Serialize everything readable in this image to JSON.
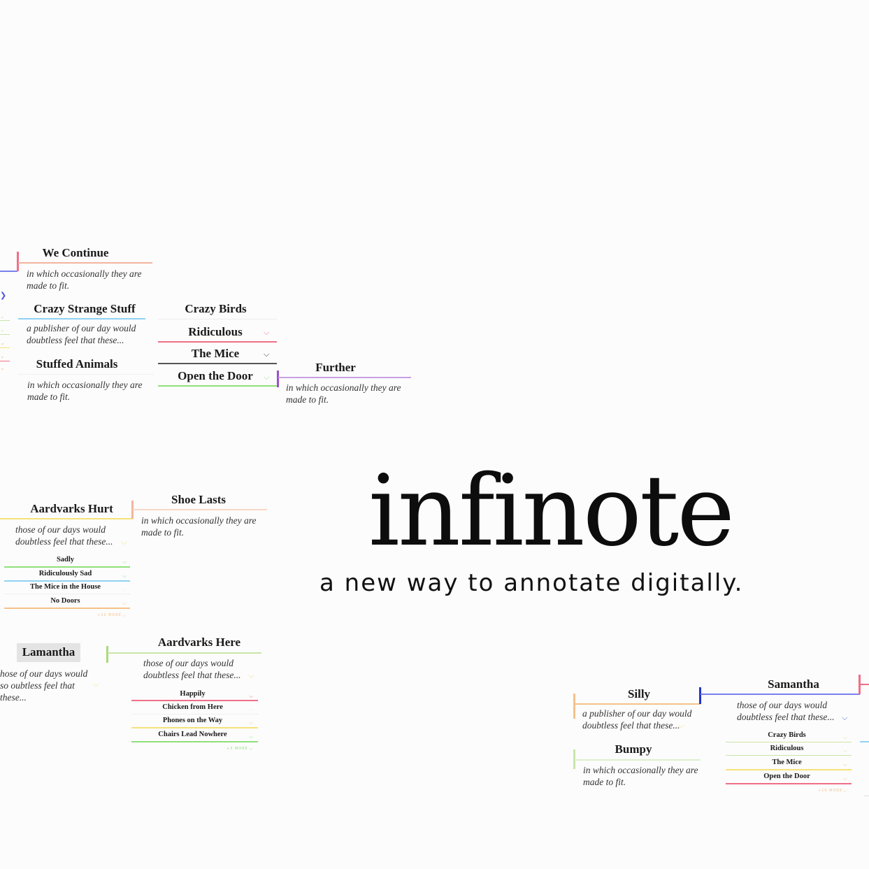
{
  "colors": {
    "salmon": "#f4b39e",
    "blue": "#7a80ee",
    "cyan": "#8fd3f2",
    "green": "#8fe07a",
    "pink": "#ef6f87",
    "yellow": "#f5e27a",
    "peach": "#f5c28a",
    "purple": "#9b51c9",
    "olive": "#c9e6a8",
    "navy": "#2233cc",
    "gray": "#555555"
  },
  "brand": {
    "wordmark": "infinote",
    "tagline": "a new way to annotate digitally."
  },
  "cards": {
    "we_continue": {
      "title": "We Continue",
      "note": "in which occasionally they are made to fit."
    },
    "crazy_strange": {
      "title": "Crazy Strange Stuff",
      "note": "a publisher of our day would doubtless feel that these..."
    },
    "stuffed_animals": {
      "title": "Stuffed Animals",
      "note": "in which occasionally they are made to fit."
    },
    "crazy_birds_list": {
      "title": "Crazy Birds",
      "items": [
        "Ridiculous",
        "The Mice",
        "Open the Door"
      ]
    },
    "further": {
      "title": "Further",
      "note": "in which occasionally they are made to fit."
    },
    "aardvarks_hurt": {
      "title": "Aardvarks Hurt",
      "note": "those of our days would doubtless feel that these...",
      "items": [
        "Sadly",
        "Ridiculously Sad",
        "The Mice in the House",
        "No Doors"
      ],
      "more": "+10 MORE"
    },
    "shoe_lasts": {
      "title": "Shoe Lasts",
      "note": "in which occasionally they are made to fit."
    },
    "lamantha": {
      "title": "Lamantha",
      "note": "hose of our days would so oubtless feel that these..."
    },
    "aardvarks_here": {
      "title": "Aardvarks Here",
      "note": "those of our days would doubtless feel that these...",
      "items": [
        "Happily",
        "Chicken from Here",
        "Phones on the Way",
        "Chairs Lead Nowhere"
      ],
      "more": "+3 MORE"
    },
    "silly": {
      "title": "Silly",
      "note": "a publisher of our day would doubtless feel that these..."
    },
    "bumpy": {
      "title": "Bumpy",
      "note": "in which occasionally they are made to fit."
    },
    "samantha": {
      "title": "Samantha",
      "note": "those of our days would doubtless feel that these...",
      "items": [
        "Crazy Birds",
        "Ridiculous",
        "The Mice",
        "Open the Door"
      ],
      "more": "+10 MORE"
    }
  }
}
